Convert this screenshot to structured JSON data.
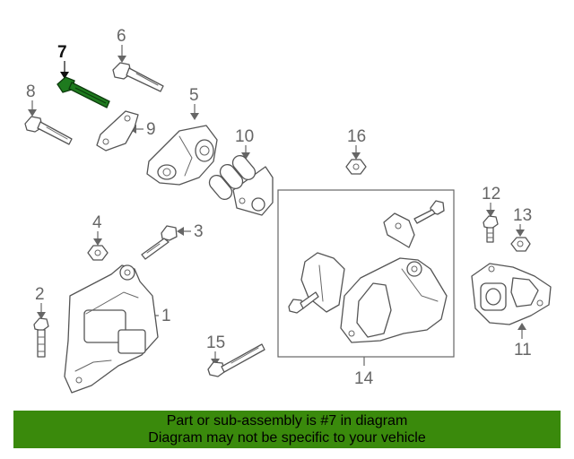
{
  "diagram": {
    "highlighted_callout": "7",
    "colors": {
      "highlight": "#1e7a1e",
      "footer_background": "#3a8a0c",
      "line": "#555555"
    },
    "callouts": {
      "c1": "1",
      "c2": "2",
      "c3": "3",
      "c4": "4",
      "c5": "5",
      "c6": "6",
      "c7": "7",
      "c8": "8",
      "c9": "9",
      "c10": "10",
      "c11": "11",
      "c12": "12",
      "c13": "13",
      "c14": "14",
      "c15": "15",
      "c16": "16"
    }
  },
  "footer": {
    "line1": "Part or sub-assembly is #7 in diagram",
    "line2": "Diagram may not be specific to your vehicle"
  }
}
